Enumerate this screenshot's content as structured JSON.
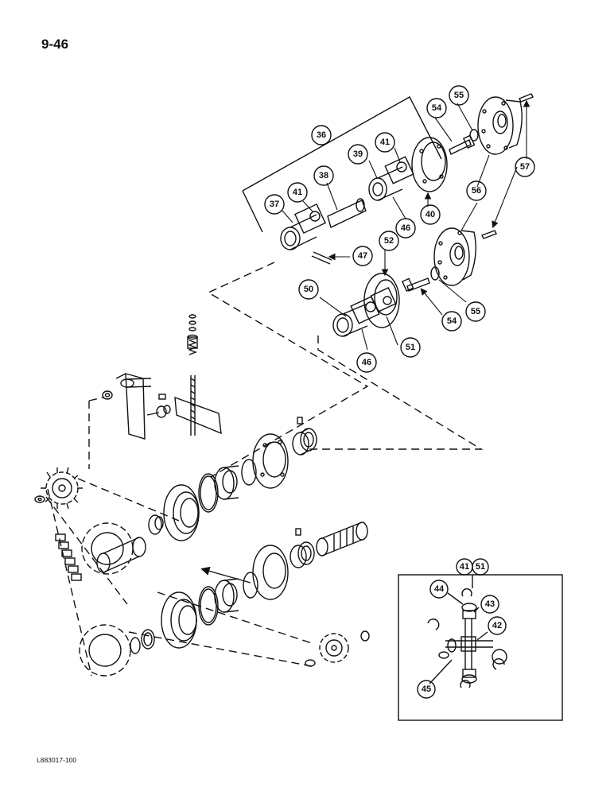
{
  "page": {
    "page_number": "9-46",
    "figure_code": "L883017-100"
  },
  "callouts": {
    "c36": "36",
    "c37": "37",
    "c38": "38",
    "c39": "39",
    "c40": "40",
    "c41a": "41",
    "c41b": "41",
    "c46a": "46",
    "c46b": "46",
    "c47": "47",
    "c50": "50",
    "c51": "51",
    "c52": "52",
    "c54a": "54",
    "c54b": "54",
    "c55a": "55",
    "c55b": "55",
    "c56": "56",
    "c57": "57"
  },
  "detail_box": {
    "header_left": "41",
    "header_right": "51",
    "c42": "42",
    "c43": "43",
    "c44": "44",
    "c45": "45"
  }
}
